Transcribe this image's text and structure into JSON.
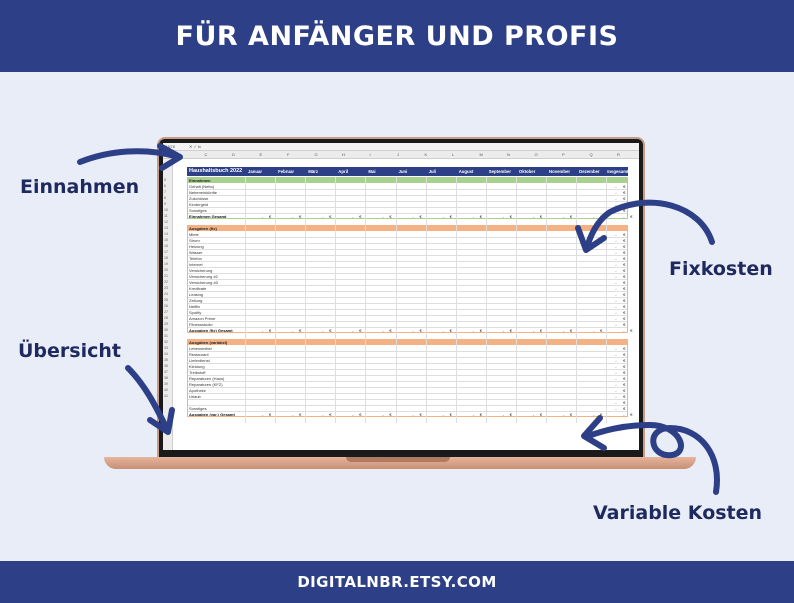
{
  "banner": {
    "title": "FÜR ANFÄNGER UND PROFIS",
    "footer": "DIGITALNBR.ETSY.COM"
  },
  "annotations": {
    "einnahmen": "Einnahmen",
    "fixkosten": "Fixkosten",
    "uebersicht": "Übersicht",
    "variable": "Variable Kosten"
  },
  "colors": {
    "banner": "#2d3f86",
    "arrow": "#2d3f86",
    "einnahmen": "#a9d18e",
    "fix": "#f4b183",
    "variabel": "#f4b183"
  },
  "sheet": {
    "cell_ref": "AN78",
    "column_letters": [
      "B",
      "C",
      "D",
      "E",
      "F",
      "G",
      "H",
      "I",
      "J",
      "K",
      "L",
      "M",
      "N",
      "O",
      "P",
      "Q",
      "R"
    ],
    "title": "Haushaltsbuch 2022",
    "months": [
      "Januar",
      "Februar",
      "März",
      "April",
      "Mai",
      "Juni",
      "Juli",
      "August",
      "September",
      "Oktober",
      "November",
      "Dezember"
    ],
    "total_header": "Insgesamt",
    "currency": "€",
    "dash": "-",
    "row_numbers": [
      "5",
      "6",
      "7",
      "8",
      "9",
      "10",
      "11",
      "12",
      "13",
      "14",
      "15",
      "16",
      "17",
      "18",
      "19",
      "20",
      "21",
      "22",
      "23",
      "24",
      "25",
      "26",
      "27",
      "28",
      "29",
      "30",
      "31",
      "32",
      "33",
      "34",
      "35",
      "36",
      "37",
      "38",
      "39",
      "40",
      "41"
    ],
    "einnahmen": {
      "header": "Einnahmen",
      "rows": [
        "Gehalt (Netto)",
        "Nebeneinkünfte",
        "Zuschüsse",
        "Kindergeld",
        "Sonstiges"
      ],
      "total": "Einnahmen Gesamt"
    },
    "fix": {
      "header": "Ausgaben (fix)",
      "rows": [
        "Miete",
        "Strom",
        "Heizung",
        "Wasser",
        "Telefon",
        "Internet",
        "Versicherung",
        "Versicherung #2",
        "Versicherung #3",
        "Kreditrate",
        "Leasing",
        "Zeitung",
        "Netflix",
        "Spotify",
        "Amazon Prime",
        "Fitnessstudio"
      ],
      "total": "Ausgaben (fix) Gesamt"
    },
    "variabel": {
      "header": "Ausgaben (variabel)",
      "rows": [
        "Lebensmittel",
        "Restaurant",
        "Lieferdienst",
        "Kleidung",
        "Treibstoff",
        "Reparaturen (Haus)",
        "Reparaturen (KFZ)",
        "Apotheke",
        "Urlaub",
        "",
        "Sonstiges"
      ],
      "total": "Ausgaben (var.) Gesamt"
    }
  }
}
